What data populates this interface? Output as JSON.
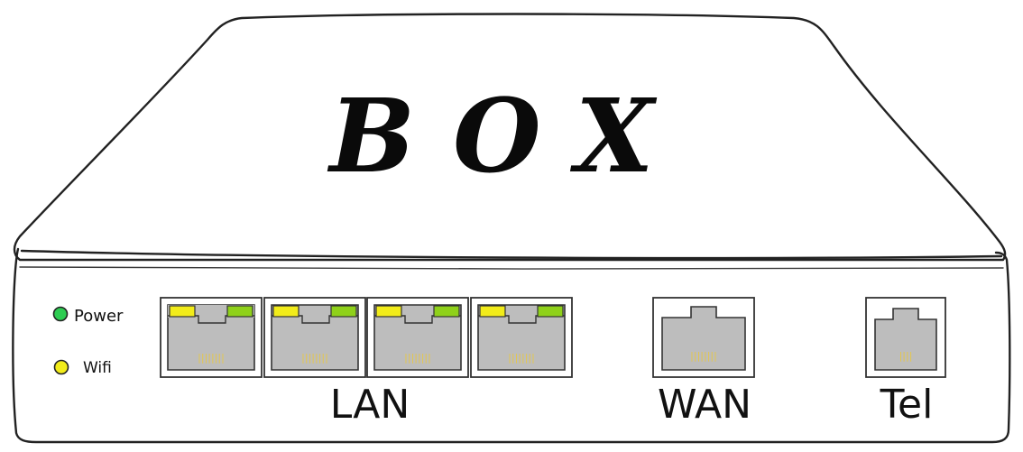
{
  "device": {
    "brand": "BOX",
    "leds": [
      {
        "label": "Power",
        "color": "#2ecc52"
      },
      {
        "label": "Wifi",
        "color": "#f2ec1a"
      }
    ],
    "port_labels": {
      "lan": "LAN",
      "wan": "WAN",
      "tel": "Tel"
    },
    "lan_port_count": 4,
    "colors": {
      "outline": "#222222",
      "port_body": "#bdbdbd",
      "port_led_left": "#f2ec1a",
      "port_led_right": "#8fd11a",
      "pins": "#e6c74a"
    }
  }
}
